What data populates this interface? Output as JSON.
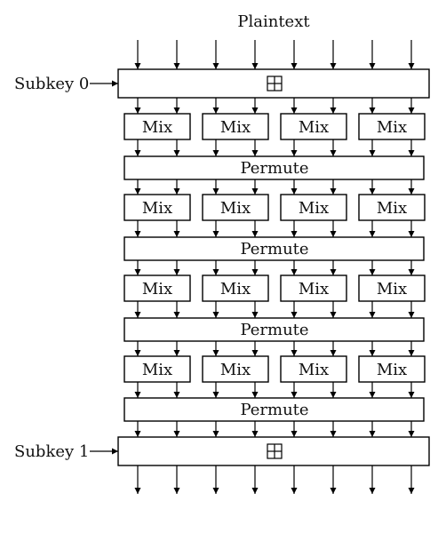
{
  "title": "Plaintext",
  "subkeys": [
    "Subkey 0",
    "Subkey 1"
  ],
  "mix_label": "Mix",
  "permute_label": "Permute",
  "add_symbol": "⊞",
  "mix_rounds": 4,
  "mix_boxes_per_round": 4,
  "word_lines": 8,
  "colors": {
    "stroke": "#000000",
    "text": "#111111",
    "background": "#ffffff"
  }
}
